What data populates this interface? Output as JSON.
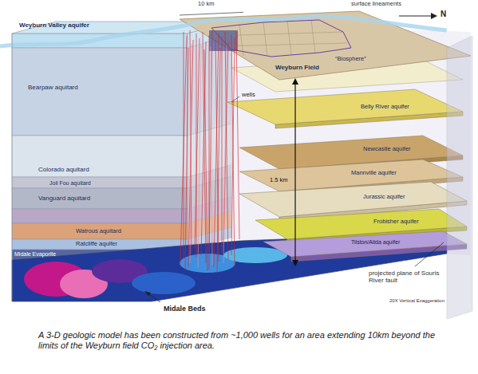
{
  "diagram": {
    "caption": "A 3-D geologic model has been constructed from ~1,000 wells for an area extending 10km beyond the limits of the Weyburn field CO₂ injection area.",
    "labels": [
      "Weyburn Valley aquifer",
      "10 km",
      "surface lineaments",
      "N",
      "Weyburn Field",
      "“Biosphere”",
      "wells",
      "Bearpaw aquitard",
      "Belly River aquifer",
      "1.5 km",
      "Colorado aquitard",
      "Newcastle aquifer",
      "Joli Fou aquitard",
      "Mannville aquifer",
      "Vanguard aquitard",
      "Jurassic aquifer",
      "Watrous aquitard",
      "Ratcliffe aquifer",
      "Frobisher aquifer",
      "Midale Evaporite",
      "Tilston/Alida aquifer",
      "projected plane of Souris River fault",
      "20X Vertical Exaggeration",
      "Midale Beds"
    ]
  }
}
